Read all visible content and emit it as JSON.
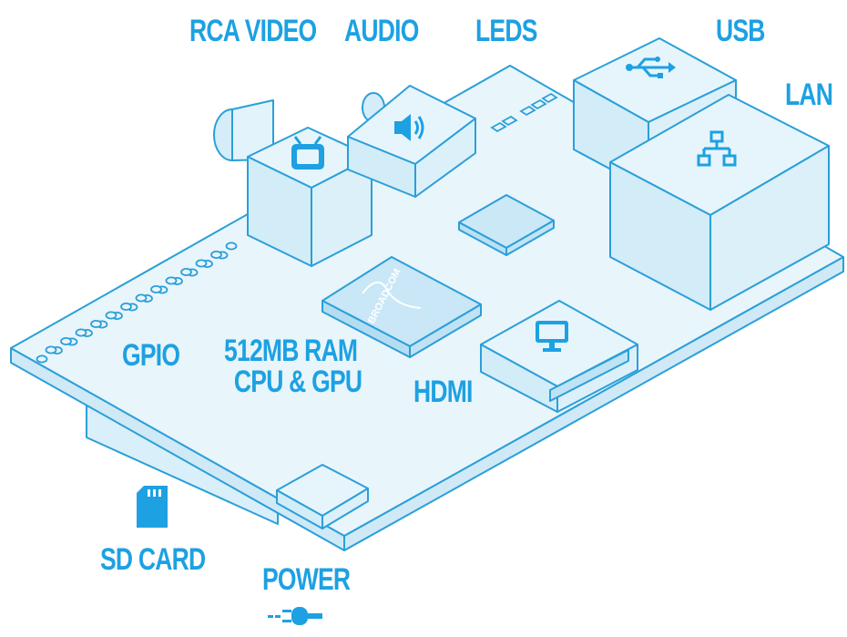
{
  "colors": {
    "board_fill": "#e6f4fb",
    "face_fill": "#cfeaf7",
    "stroke": "#2b9fd9",
    "accent": "#1da1e2",
    "icon": "#1da1e2"
  },
  "labels": {
    "rca_video": "RCA VIDEO",
    "audio": "AUDIO",
    "leds": "LEDS",
    "usb": "USB",
    "lan": "LAN",
    "gpio": "GPIO",
    "ram_line1": "512MB RAM",
    "ram_line2": "CPU & GPU",
    "hdmi": "HDMI",
    "sd_card": "SD CARD",
    "power": "POWER",
    "chip_brand": "BROADCOM"
  },
  "icons": {
    "rca": "tv-icon",
    "audio": "speaker-icon",
    "usb": "usb-icon",
    "lan": "network-icon",
    "hdmi": "monitor-icon",
    "sd": "sd-card-icon",
    "power": "power-plug-icon"
  }
}
